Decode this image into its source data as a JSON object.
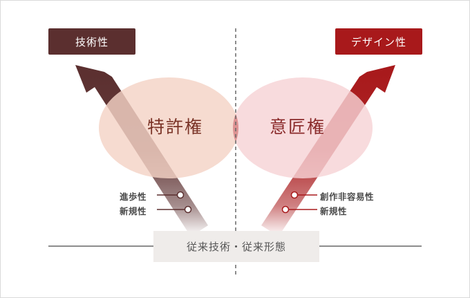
{
  "boxes": {
    "technical": "技術性",
    "design": "デザイン性"
  },
  "ellipses": {
    "patent": "特許権",
    "design": "意匠権"
  },
  "requirements": {
    "patent": [
      "進歩性",
      "新規性"
    ],
    "design": [
      "創作非容易性",
      "新規性"
    ]
  },
  "base": "従来技術・従来形態",
  "colors": {
    "patent_dark": "#5b2f2f",
    "design_red": "#a8191b",
    "patent_ellipse": "#f4d3c6",
    "design_ellipse": "#f6d3d6",
    "overlap": "#d98c8c"
  }
}
